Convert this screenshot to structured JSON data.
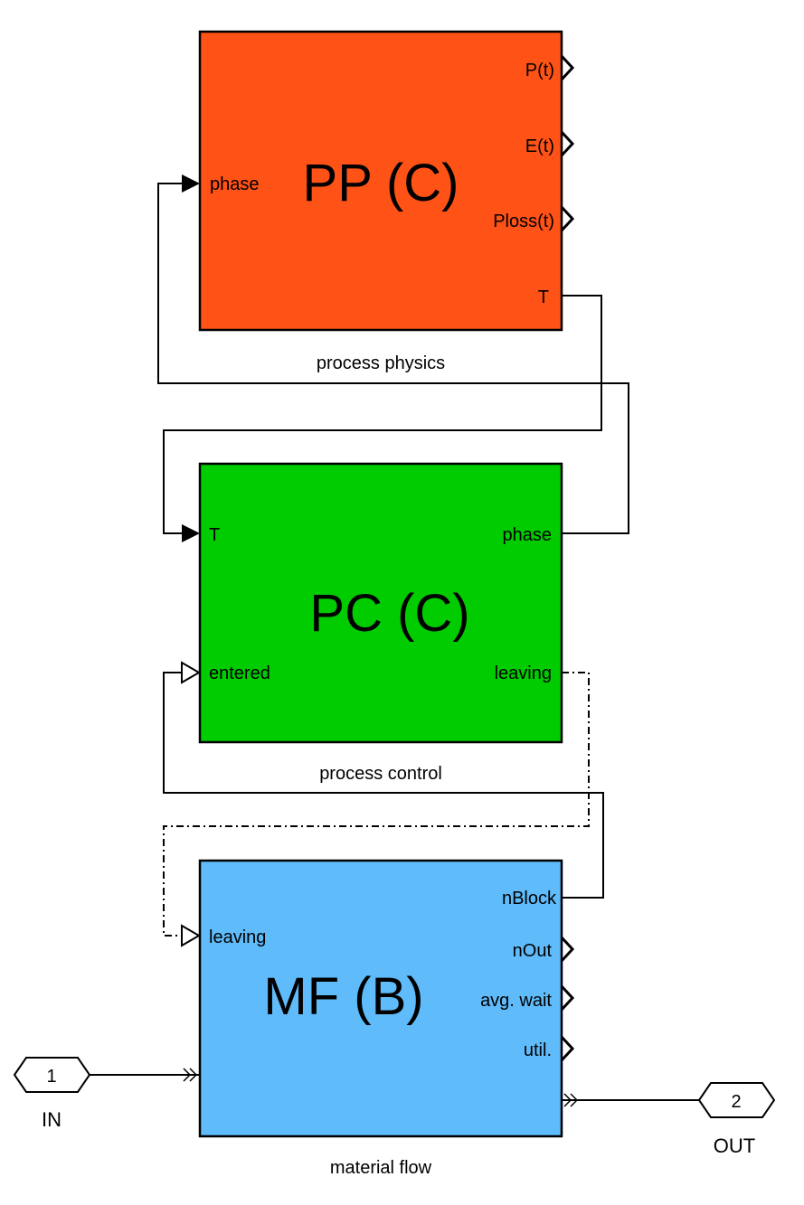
{
  "blocks": {
    "pp": {
      "title": "PP (C)",
      "caption": "process physics",
      "color": "#ff5216",
      "inputs": [
        "phase"
      ],
      "outputs": [
        "P(t)",
        "E(t)",
        "Ploss(t)",
        "T"
      ]
    },
    "pc": {
      "title": "PC (C)",
      "caption": "process control",
      "color": "#00cc00",
      "inputs": [
        "T",
        "entered"
      ],
      "outputs": [
        "phase",
        "leaving"
      ]
    },
    "mf": {
      "title": "MF (B)",
      "caption": "material flow",
      "color": "#5fbbfa",
      "inputs": [
        "leaving"
      ],
      "outputs": [
        "nBlock",
        "nOut",
        "avg. wait",
        "util."
      ]
    }
  },
  "ports": {
    "in": {
      "number": "1",
      "label": "IN"
    },
    "out": {
      "number": "2",
      "label": "OUT"
    }
  }
}
